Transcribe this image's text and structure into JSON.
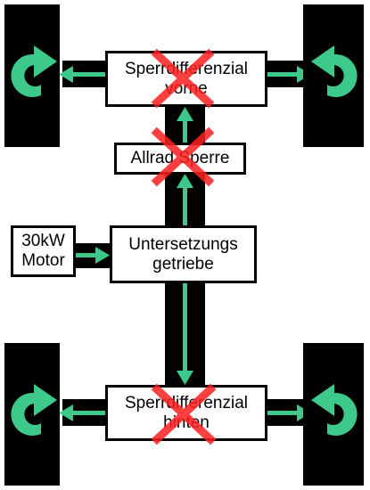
{
  "colors": {
    "background": "#ffffff",
    "frame": "#000000",
    "arrow": "#3cc98a",
    "cross": "#ff1f1f"
  },
  "labels": {
    "front_diff": "Sperrdifferenzial\nvorne",
    "awd_lock": "Allrad Sperre",
    "motor": "30kW\nMotor",
    "gearbox": "Untersetzungs\ngetriebe",
    "rear_diff": "Sperrdifferenzial\nhinten"
  },
  "icons": {
    "wheel_rotation": "rotation-arrow-icon",
    "disabled": "red-x-icon",
    "flow": "flow-arrow-icon"
  },
  "disabled_components": [
    "front_diff",
    "awd_lock",
    "rear_diff"
  ]
}
